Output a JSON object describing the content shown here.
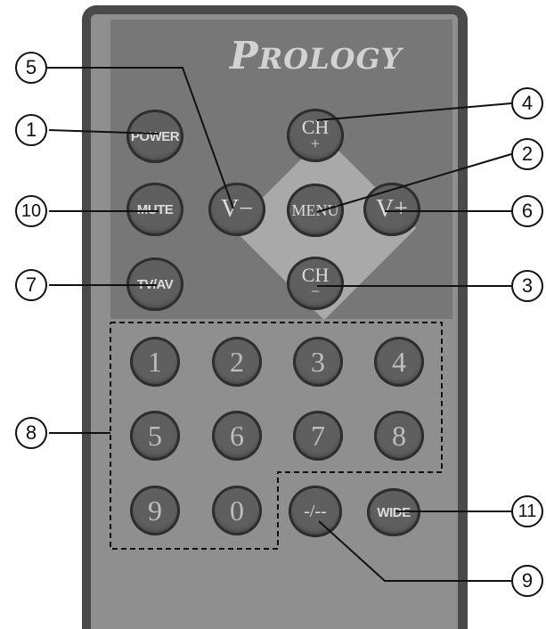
{
  "brand": {
    "text_first": "P",
    "text_rest": "ROLOGY"
  },
  "buttons": {
    "power": "POWER",
    "mute": "MUTE",
    "tvav": "TV/AV",
    "vol_down": "V−",
    "vol_up": "V+",
    "menu": "MENU",
    "ch_up_top": "CH",
    "ch_up_sign": "+",
    "ch_down_top": "CH",
    "ch_down_sign": "−",
    "dash": "-/--",
    "wide": "WIDE"
  },
  "numbers": [
    "1",
    "2",
    "3",
    "4",
    "5",
    "6",
    "7",
    "8",
    "9",
    "0"
  ],
  "callouts": {
    "c1": "1",
    "c2": "2",
    "c3": "3",
    "c4": "4",
    "c5": "5",
    "c6": "6",
    "c7": "7",
    "c8": "8",
    "c9": "9",
    "c10": "10",
    "c11": "11"
  },
  "colors": {
    "body_outer": "#4a4a4a",
    "body_face": "#8f8f8f",
    "top_panel": "#777777",
    "button": "#5f5f5f",
    "button_text": "#dcdcdc"
  }
}
